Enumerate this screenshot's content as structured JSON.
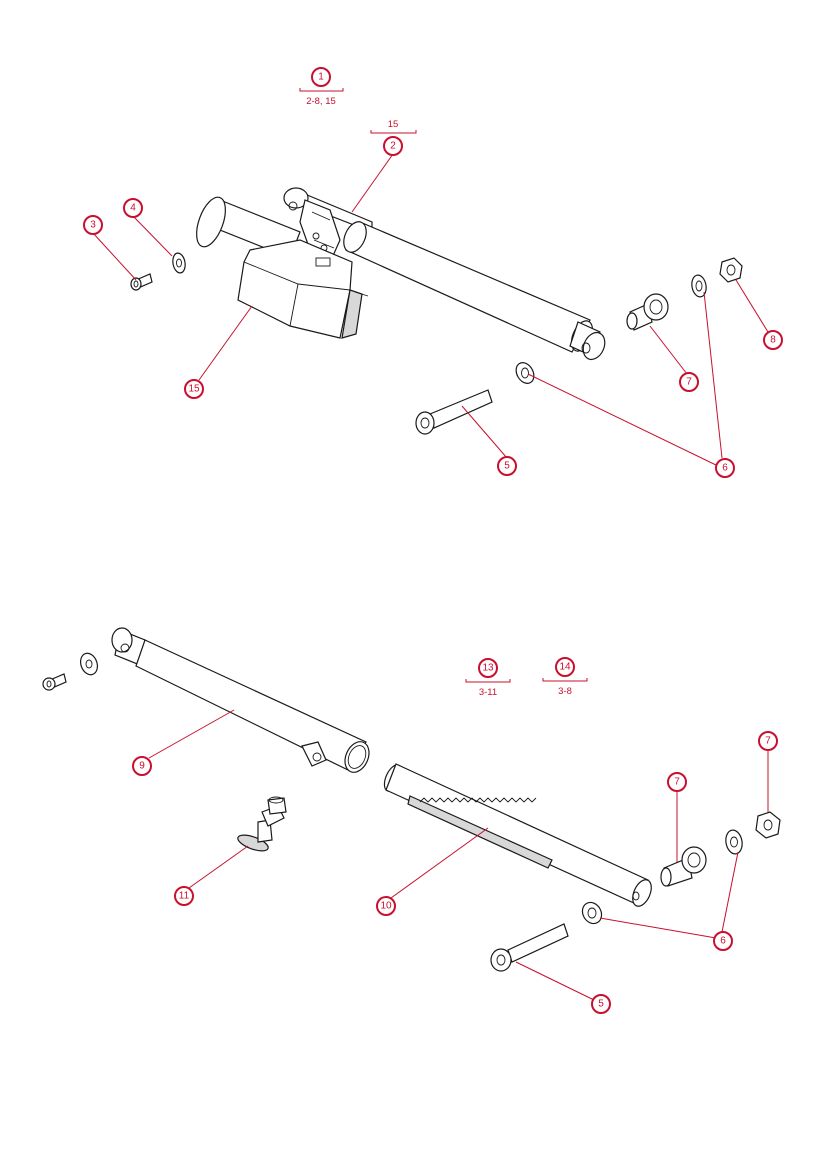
{
  "callouts": {
    "c1": "1",
    "c2": "2",
    "c3": "3",
    "c4": "4",
    "c5a": "5",
    "c6a": "6",
    "c7a": "7",
    "c8": "8",
    "c15": "15",
    "c9": "9",
    "c10": "10",
    "c11": "11",
    "c13": "13",
    "c14": "14",
    "c7b": "7",
    "c7c": "7",
    "c6b": "6",
    "c5b": "5"
  },
  "groups": {
    "g1_range": "2-8, 15",
    "g2_range": "15",
    "g13_range": "3-11",
    "g14_range": "3-8"
  },
  "colors": {
    "callout": "#c8102e",
    "line": "#1a1a1a"
  }
}
